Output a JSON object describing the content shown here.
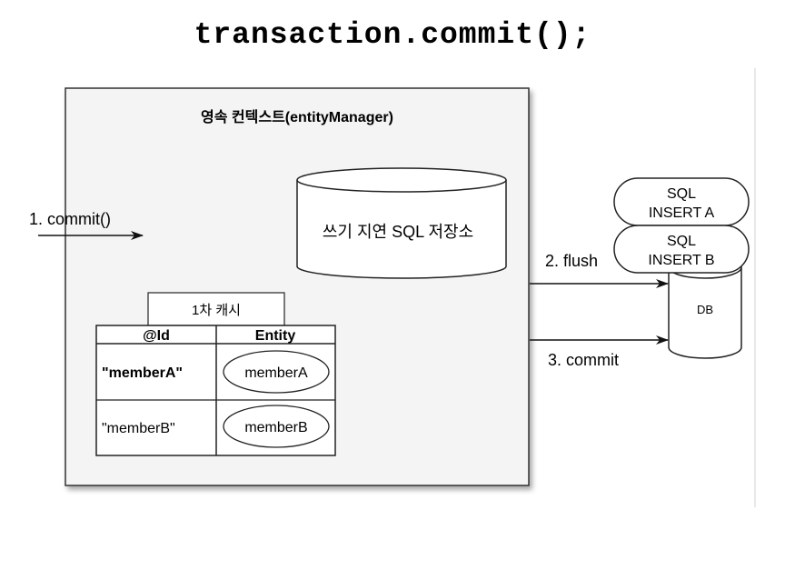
{
  "title": "transaction.commit();",
  "persistence_context": {
    "title": "영속 컨텍스트(entityManager)",
    "write_behind_store": "쓰기 지연 SQL 저장소"
  },
  "first_level_cache": {
    "title": "1차 캐시",
    "columns": [
      "@Id",
      "Entity"
    ],
    "rows": [
      {
        "id": "\"memberA\"",
        "entity": "memberA"
      },
      {
        "id": "\"memberB\"",
        "entity": "memberB"
      }
    ]
  },
  "steps": {
    "commit": "1. commit()",
    "flush": "2. flush",
    "db_commit": "3. commit"
  },
  "sql_statements": [
    {
      "line1": "SQL",
      "line2": "INSERT A"
    },
    {
      "line1": "SQL",
      "line2": "INSERT B"
    }
  ],
  "database": {
    "label": "DB"
  }
}
